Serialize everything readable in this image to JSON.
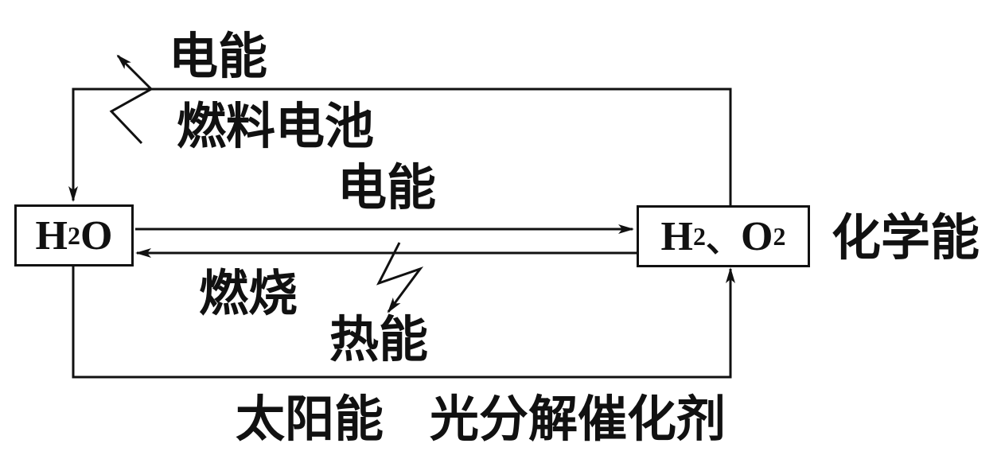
{
  "nodes": {
    "water": {
      "main": "H",
      "sub": "2",
      "tail": "O"
    },
    "gases": {
      "h": "H",
      "h_sub": "2",
      "sep": "、",
      "o": "O",
      "o_sub": "2"
    }
  },
  "labels": {
    "top_energy": "电能",
    "fuel_cell": "燃料电池",
    "middle_energy": "电能",
    "chemical_energy": "化学能",
    "combustion": "燃烧",
    "heat_energy": "热能",
    "solar_energy": "太阳能",
    "photocatalyst": "光分解催化剂"
  },
  "colors": {
    "stroke": "#111111",
    "background": "#ffffff"
  }
}
